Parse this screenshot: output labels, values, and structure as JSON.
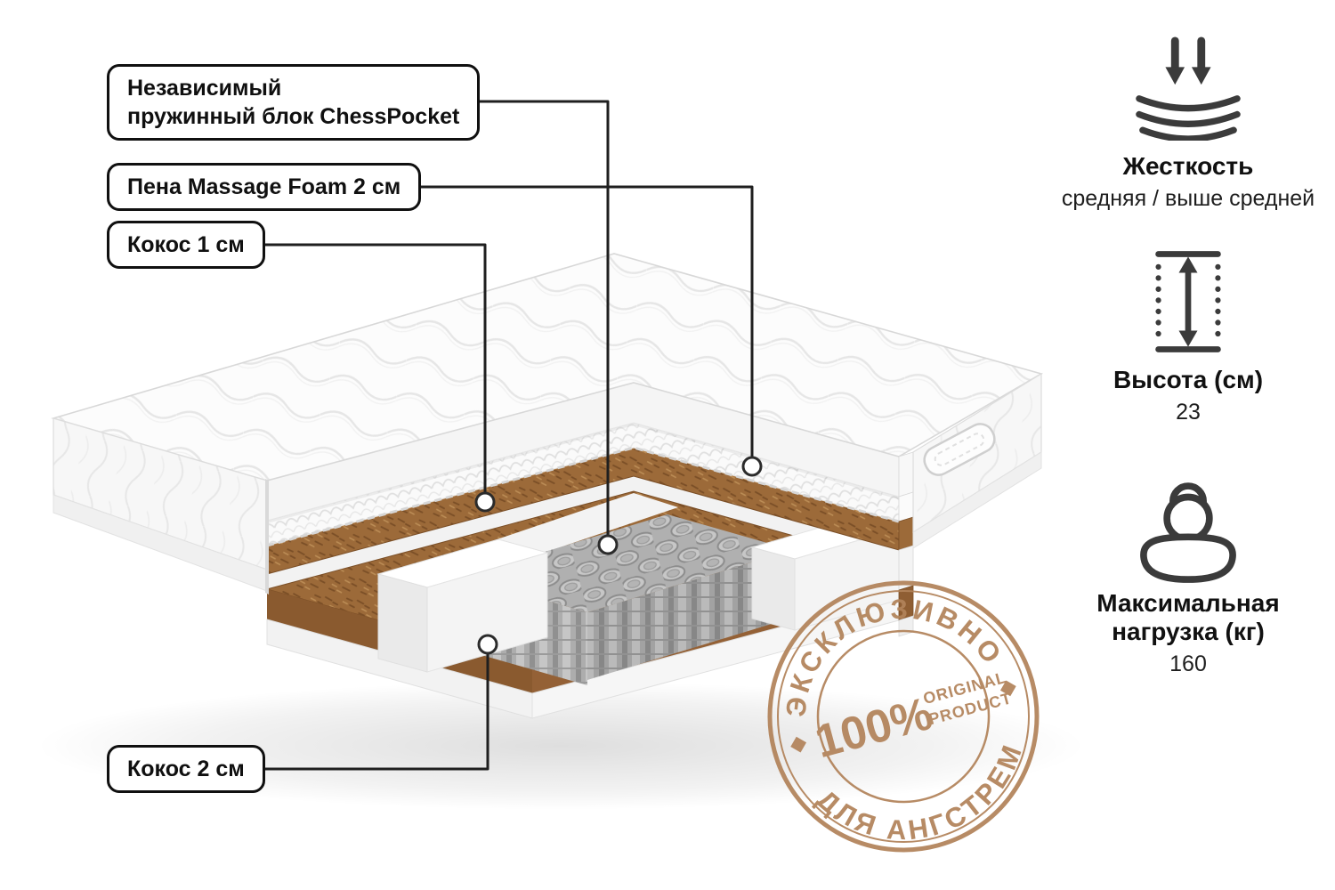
{
  "callouts": {
    "chesspocket": {
      "line1": "Независимый",
      "line2": "пружинный блок ChessPocket"
    },
    "massage_foam": {
      "label": "Пена Massage Foam 2 см"
    },
    "coconut_1": {
      "label": "Кокос 1 см"
    },
    "coconut_2": {
      "label": "Кокос 2 см"
    }
  },
  "specs": {
    "firmness": {
      "title": "Жесткость",
      "value": "средняя / выше средней"
    },
    "height": {
      "title": "Высота (см)",
      "value": "23"
    },
    "max_load": {
      "title_line1": "Максимальная",
      "title_line2": "нагрузка (кг)",
      "value": "160"
    }
  },
  "stamp": {
    "top_arc": "ЭКСКЛЮЗИВНО",
    "percent": "100%",
    "center_line1": "ORIGINAL",
    "center_line2": "PRODUCT",
    "bottom_arc": "ДЛЯ АНГСТРЕМ"
  },
  "colors": {
    "stamp": "#b2835a",
    "coir": "#9c6a39",
    "coir_dark": "#7b4f27",
    "springs": "#b0b0b0",
    "icon": "#3b3b3b",
    "line": "#1f1f1f"
  }
}
